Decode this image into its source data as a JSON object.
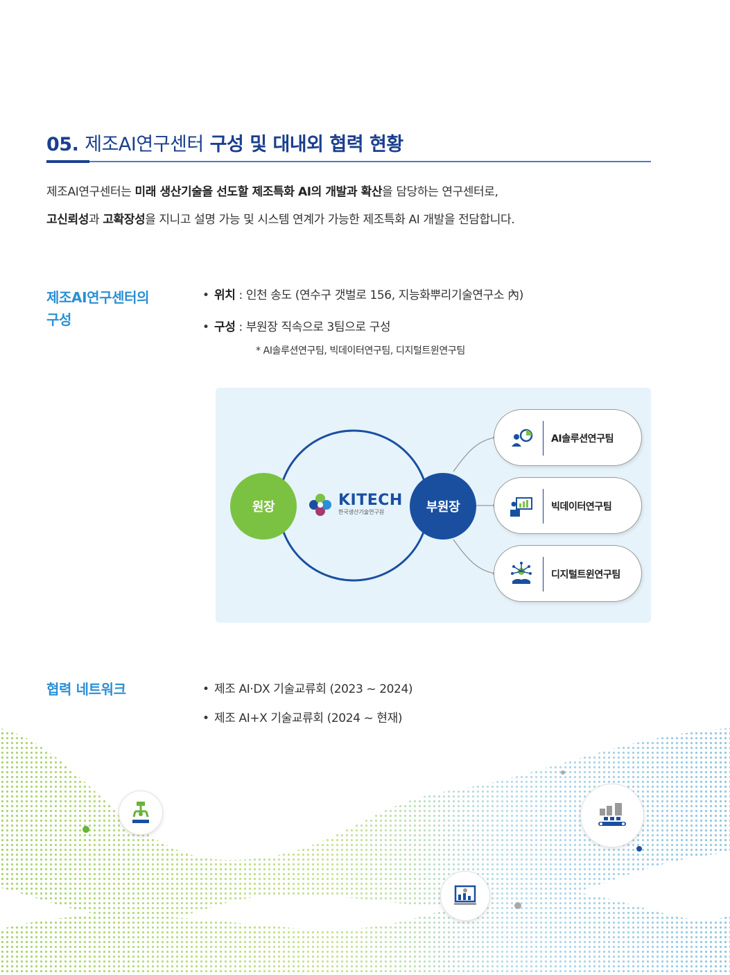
{
  "section": {
    "number": "05.",
    "title_light": "제조AI연구센터",
    "title_bold": "구성 및 대내외 협력 현황"
  },
  "intro": {
    "l1": [
      "제조AI연구센터는 ",
      "미래 생산기술을 선도할 제조특화 AI의 개발과 확산",
      "을 담당하는 연구센터로,"
    ],
    "l2": [
      "고신뢰성",
      "과 ",
      "고확장성",
      "을 지니고 설명 가능 및 시스템 연계가 가능한 제조특화 AI 개발을 전담합니다."
    ]
  },
  "composition": {
    "label_line1": "제조AI연구센터의",
    "label_line2": "구성",
    "location_key": "위치",
    "location_value": " : 인천 송도 (연수구 갯벌로 156, 지능화뿌리기술연구소 內)",
    "structure_key": "구성",
    "structure_value": " : 부원장 직속으로 3팀으로 구성",
    "note": "* AI솔루션연구팀, 빅데이터연구팀, 디지털트윈연구팀"
  },
  "org_chart": {
    "director": "원장",
    "vice_director": "부원장",
    "institute_en": "KITECH",
    "institute_ko": "한국생산기술연구원",
    "teams": [
      {
        "name": "AI솔루션연구팀",
        "icon": "people-chart-icon"
      },
      {
        "name": "빅데이터연구팀",
        "icon": "presentation-board-icon"
      },
      {
        "name": "디지털트윈연구팀",
        "icon": "network-hand-icon"
      }
    ],
    "colors": {
      "director": "#7cc242",
      "vice_director": "#1a4fa0",
      "ring": "#1a4fa0",
      "box": "#e6f3fb"
    }
  },
  "network": {
    "label": "협력 네트워크",
    "items": [
      "제조 AI·DX 기술교류회 (2023 ~ 2024)",
      "제조 AI+X 기술교류회 (2024 ~ 현재)"
    ]
  },
  "decor_icons": [
    "robot-arm-icon",
    "conveyor-factory-icon",
    "presentation-icon"
  ]
}
